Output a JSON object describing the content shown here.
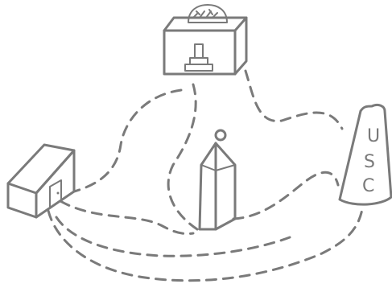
{
  "cone_label_letters": [
    "U",
    "S",
    "C"
  ]
}
